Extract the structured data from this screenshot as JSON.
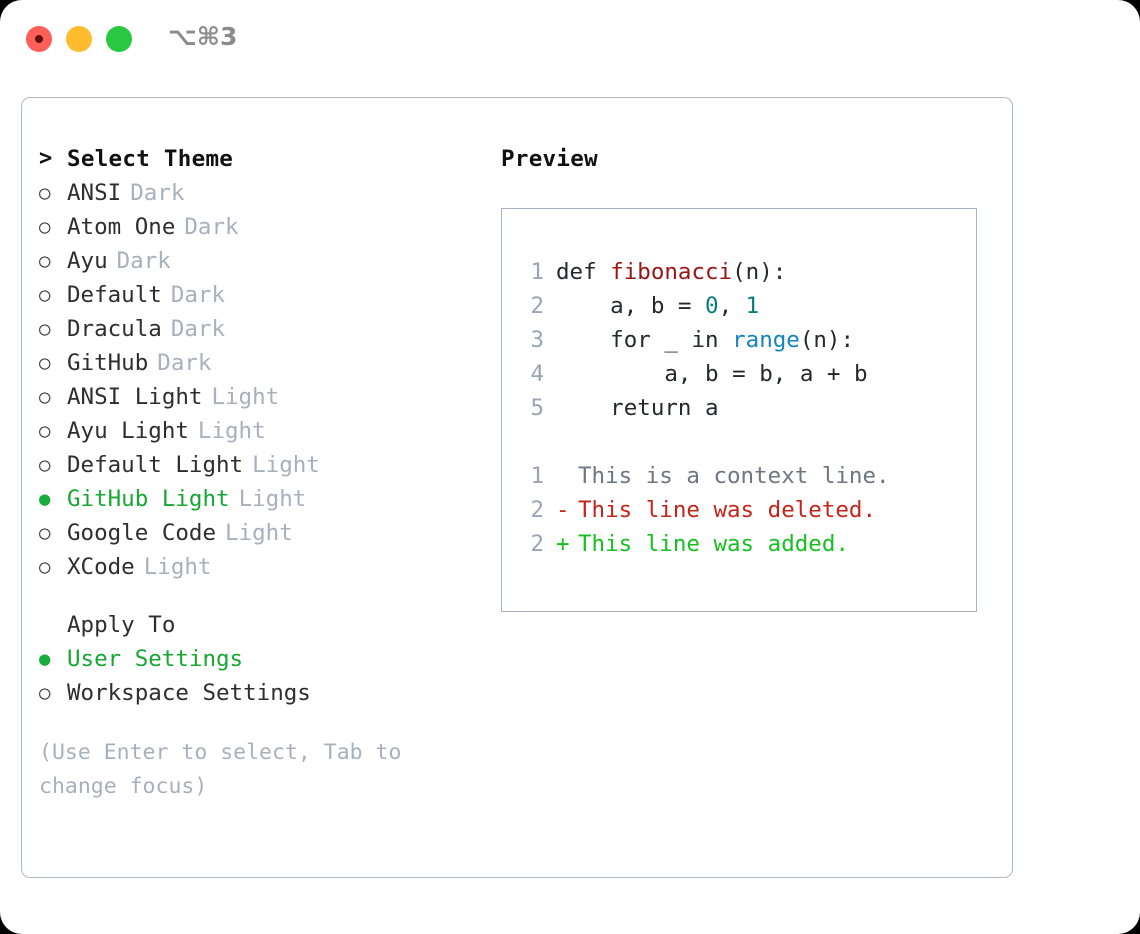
{
  "titlebar": {
    "shortcut": "⌥⌘3",
    "buttons": [
      {
        "name": "close",
        "color": "#ff5f57"
      },
      {
        "name": "minimize",
        "color": "#ffbd2e"
      },
      {
        "name": "maximize",
        "color": "#28c840"
      }
    ]
  },
  "theme_picker": {
    "header_prefix": ">",
    "header": "Select Theme",
    "items": [
      {
        "marker": "○",
        "name": "ANSI",
        "tag": "Dark",
        "selected": false
      },
      {
        "marker": "○",
        "name": "Atom One",
        "tag": "Dark",
        "selected": false
      },
      {
        "marker": "○",
        "name": "Ayu",
        "tag": "Dark",
        "selected": false
      },
      {
        "marker": "○",
        "name": "Default",
        "tag": "Dark",
        "selected": false
      },
      {
        "marker": "○",
        "name": "Dracula",
        "tag": "Dark",
        "selected": false
      },
      {
        "marker": "○",
        "name": "GitHub",
        "tag": "Dark",
        "selected": false
      },
      {
        "marker": "○",
        "name": "ANSI Light",
        "tag": "Light",
        "selected": false
      },
      {
        "marker": "○",
        "name": "Ayu Light",
        "tag": "Light",
        "selected": false
      },
      {
        "marker": "○",
        "name": "Default Light",
        "tag": "Light",
        "selected": false
      },
      {
        "marker": "●",
        "name": "GitHub Light",
        "tag": "Light",
        "selected": true
      },
      {
        "marker": "○",
        "name": "Google Code",
        "tag": "Light",
        "selected": false
      },
      {
        "marker": "○",
        "name": "XCode",
        "tag": "Light",
        "selected": false
      }
    ]
  },
  "apply_to": {
    "header": "Apply To",
    "options": [
      {
        "marker": "●",
        "label": "User Settings",
        "selected": true
      },
      {
        "marker": "○",
        "label": "Workspace Settings",
        "selected": false
      }
    ]
  },
  "hint": "(Use Enter to select, Tab to change focus)",
  "preview": {
    "header": "Preview",
    "code_lines": [
      {
        "no": "1",
        "tokens": [
          {
            "text": "def ",
            "type": "keyword"
          },
          {
            "text": "fibonacci",
            "type": "function"
          },
          {
            "text": "(n):",
            "type": "plain"
          }
        ]
      },
      {
        "no": "2",
        "tokens": [
          {
            "text": "    a, b = ",
            "type": "plain"
          },
          {
            "text": "0",
            "type": "number"
          },
          {
            "text": ", ",
            "type": "plain"
          },
          {
            "text": "1",
            "type": "number"
          }
        ]
      },
      {
        "no": "3",
        "tokens": [
          {
            "text": "    for _ in ",
            "type": "plain"
          },
          {
            "text": "range",
            "type": "builtin"
          },
          {
            "text": "(n):",
            "type": "plain"
          }
        ]
      },
      {
        "no": "4",
        "tokens": [
          {
            "text": "        a, b = b, a + b",
            "type": "plain"
          }
        ]
      },
      {
        "no": "5",
        "tokens": [
          {
            "text": "    return a",
            "type": "plain"
          }
        ]
      }
    ],
    "diff_lines": [
      {
        "no": "1",
        "mark": " ",
        "text": "This is a context line.",
        "kind": "context"
      },
      {
        "no": "2",
        "mark": "-",
        "text": "This line was deleted.",
        "kind": "deleted"
      },
      {
        "no": "2",
        "mark": "+",
        "text": "This line was added.",
        "kind": "added"
      }
    ]
  },
  "colors": {
    "selected_green": "#17a733",
    "tag_gray": "#a8b0bd",
    "function_red": "#9a1414",
    "number_teal": "#0a7d7d",
    "builtin_blue": "#1385bd",
    "diff_added": "#16c020",
    "diff_deleted": "#c4241a",
    "diff_context": "#6e7781",
    "border": "#b0bac6"
  }
}
